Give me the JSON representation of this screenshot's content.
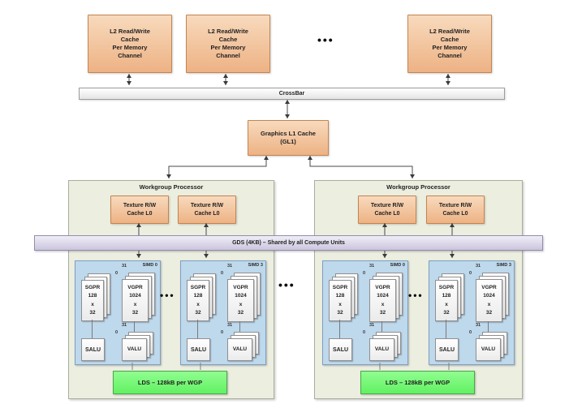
{
  "ellipsis": "•••",
  "l2_cache": {
    "lines": [
      "L2 Read/Write",
      "Cache",
      "Per Memory",
      "Channel"
    ]
  },
  "crossbar": {
    "label": "CrossBar"
  },
  "gl1": {
    "lines": [
      "Graphics L1 Cache",
      "(GL1)"
    ]
  },
  "gds": {
    "label": "GDS (4KB) – Shared by all Compute Units"
  },
  "wp": {
    "title": "Workgroup Processor",
    "texture_cache": {
      "lines": [
        "Texture R/W",
        "Cache L0"
      ]
    },
    "simd_labels": [
      "SIMD 0",
      "SIMD 3"
    ],
    "sgpr": {
      "lines": [
        "SGPR",
        "128",
        "x",
        "32"
      ]
    },
    "vgpr": {
      "lines": [
        "VGPR",
        "1024",
        "x",
        "32"
      ]
    },
    "salu_label": "SALU",
    "valu_label": "VALU",
    "reg_index_top": "31",
    "reg_index_bottom": "0",
    "lds_label": "LDS – 128kB per WGP"
  },
  "colors": {
    "cache_fill": "#F2C59C",
    "cache_border": "#C28551",
    "panel_fill": "#ECEEE0",
    "gds_fill": "#D8D2E6",
    "simd_fill": "#BED8EC",
    "lds_fill": "#74F874",
    "line": "#4A4A4A"
  }
}
